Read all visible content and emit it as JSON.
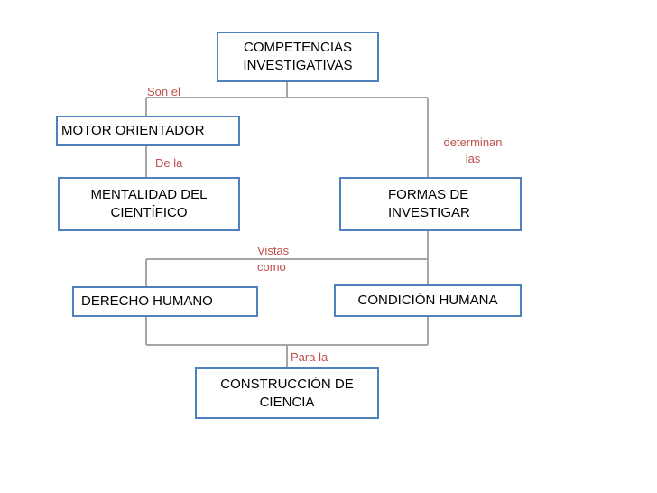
{
  "diagram": {
    "colors": {
      "box_border": "#4f81bd",
      "connector": "#a6a6a6",
      "label_text": "#c0504d",
      "box_text": "#000000",
      "background": "#ffffff"
    },
    "nodes": {
      "competencias": "COMPETENCIAS\nINVESTIGATIVAS",
      "motor": "MOTOR ORIENTADOR",
      "mentalidad": "MENTALIDAD DEL\nCIENTÍFICO",
      "formas": "FORMAS DE\nINVESTIGAR",
      "derecho": "DERECHO HUMANO",
      "condicion": "CONDICIÓN HUMANA",
      "construccion": "CONSTRUCCIÓN DE\nCIENCIA"
    },
    "edge_labels": {
      "son_el": "Son el",
      "determinan_las": "determinan\nlas",
      "de_la": "De la",
      "vistas_como": "Vistas\ncomo",
      "para_la": "Para la"
    }
  }
}
